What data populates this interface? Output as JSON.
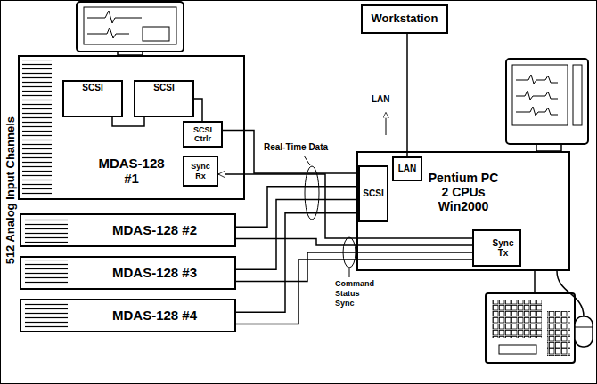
{
  "diagram": {
    "nodes": [
      {
        "text": [
          "Workstation"
        ]
      },
      {
        "text": [
          "MDAS-128 #1"
        ]
      },
      {
        "text": [
          "SCSI"
        ],
        "in": 1
      },
      {
        "text": [
          "SCSI"
        ],
        "in": 1
      },
      {
        "text": [
          "SCSI Ctrlr"
        ],
        "in": 1
      },
      {
        "text": [
          "Sync Rx"
        ],
        "in": 1
      },
      {
        "text": [
          "MDAS-128 #2"
        ]
      },
      {
        "text": [
          "MDAS-128 #3"
        ]
      },
      {
        "text": [
          "MDAS-128 #4"
        ]
      },
      {
        "text": [
          "Pentium PC",
          "2 CPUs",
          "Win2000"
        ]
      },
      {
        "text": [
          "SCSI"
        ],
        "in": 9
      },
      {
        "text": [
          "LAN"
        ],
        "in": 9
      },
      {
        "text": [
          "Sync Tx"
        ],
        "in": 9
      }
    ],
    "edges": [
      {
        "from": 11,
        "to": 0,
        "arrow": "none",
        "label": "LAN"
      },
      {
        "from": 4,
        "to": 10,
        "arrow": "none"
      },
      {
        "from": 6,
        "to": 10,
        "arrow": "none"
      },
      {
        "from": 7,
        "to": 10,
        "arrow": "none"
      },
      {
        "from": 8,
        "to": 10,
        "arrow": "none"
      },
      {
        "from": 12,
        "to": 5,
        "arrow": "to"
      },
      {
        "from": 12,
        "to": 6,
        "arrow": "none"
      },
      {
        "from": 12,
        "to": 7,
        "arrow": "none"
      },
      {
        "from": 12,
        "to": 8,
        "arrow": "none"
      }
    ],
    "labels": [
      "512 Analog Input Channels",
      "Real-Time Data",
      "Command",
      "Status",
      "Sync"
    ]
  }
}
